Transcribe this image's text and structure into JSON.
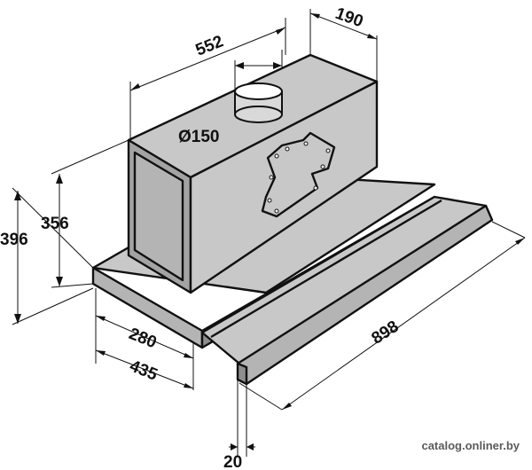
{
  "dimensions": {
    "width_552": "552",
    "depth_190": "190",
    "duct_diameter": "Ø150",
    "height_356": "356",
    "height_396": "396",
    "depth_280": "280",
    "depth_435": "435",
    "length_898": "898",
    "front_20": "20"
  },
  "watermark": "catalog.onliner.by"
}
